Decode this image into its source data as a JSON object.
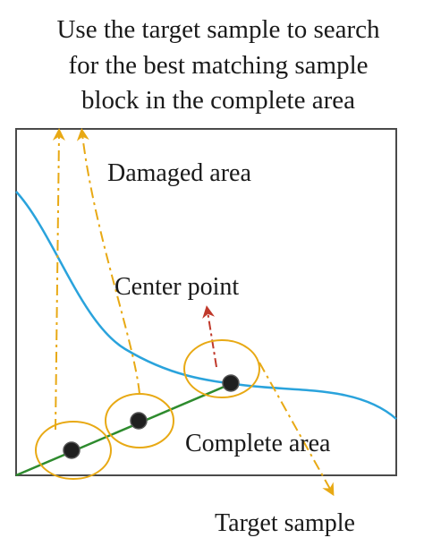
{
  "caption": {
    "lines": [
      "Use the target sample to search",
      "for the best matching sample",
      "block in the complete area"
    ]
  },
  "labels": {
    "damaged_area": "Damaged area",
    "center_point": "Center point",
    "complete_area": "Complete area",
    "target_sample": "Target sample"
  },
  "colors": {
    "frame": "#4a4a4a",
    "boundary_curve": "#2aa3dc",
    "sample_line": "#2e8b2e",
    "sample_ring": "#e8a914",
    "search_arrow": "#e8a914",
    "center_arrow": "#c0392b",
    "sample_dot": "#1f1f1f"
  }
}
